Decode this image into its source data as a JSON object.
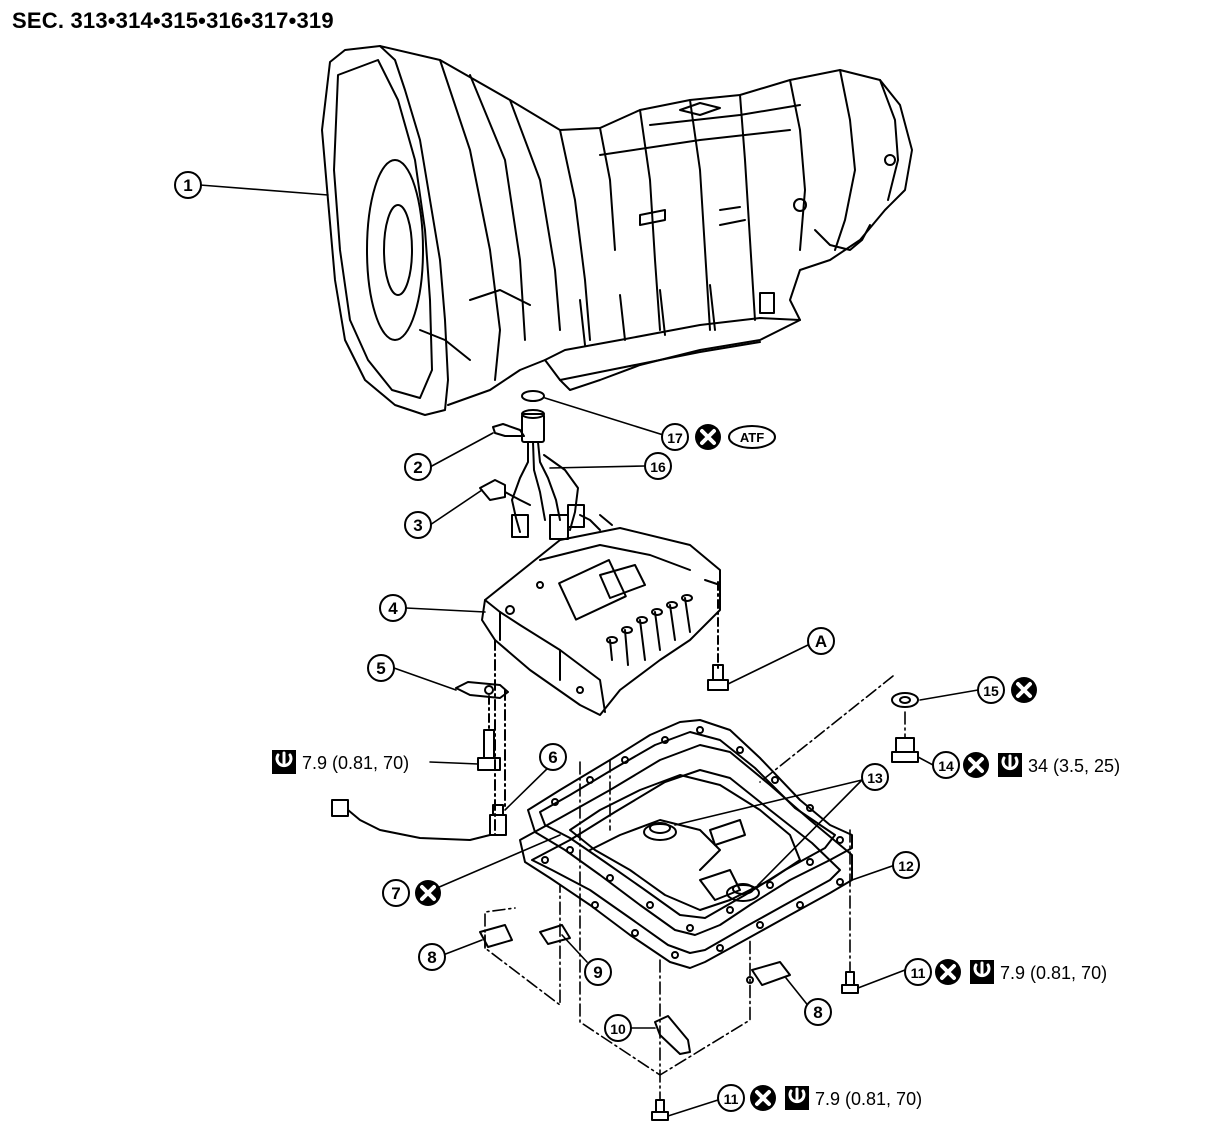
{
  "section_title": "SEC. 313•314•315•316•317•319",
  "callouts": {
    "c1": "1",
    "c2": "2",
    "c3": "3",
    "c4": "4",
    "c5": "5",
    "c6": "6",
    "c7": "7",
    "c8a": "8",
    "c8b": "8",
    "c9": "9",
    "c10": "10",
    "c11a": "11",
    "c11b": "11",
    "c12": "12",
    "c13": "13",
    "c14": "14",
    "c15": "15",
    "c16": "16",
    "c17": "17",
    "cA": "A"
  },
  "symbols": {
    "atf": "ATF",
    "replace_icon": "x-replace-icon",
    "torque_icon": "torque-wrench-icon"
  },
  "torque": {
    "bolt_5": "7.9 (0.81, 70)",
    "plug_14": "34 (3.5, 25)",
    "bolt_11_right": "7.9 (0.81, 70)",
    "bolt_11_bottom": "7.9 (0.81, 70)"
  }
}
